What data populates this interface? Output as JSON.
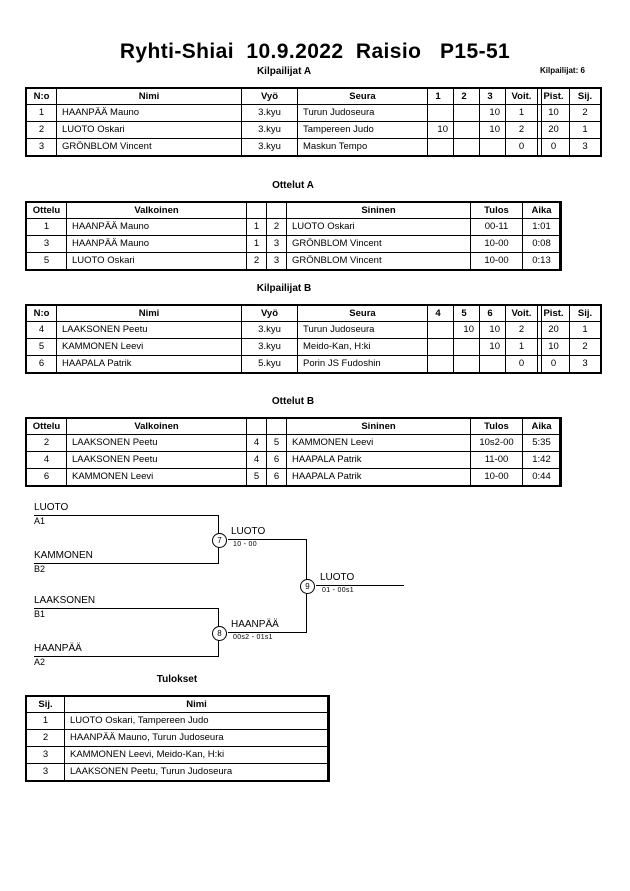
{
  "document": {
    "title": "Ryhti-Shiai  10.9.2022  Raisio   P15-51",
    "competitors_label": "Kilpailijat: 6"
  },
  "pool_a": {
    "caption": "Kilpailijat A",
    "headers": [
      "N:o",
      "Nimi",
      "Vyö",
      "Seura",
      "1",
      "2",
      "3",
      "Voit.",
      "Pist.",
      "Sij."
    ],
    "rows": [
      {
        "no": "1",
        "name": "HAANPÄÄ Mauno",
        "belt": "3.kyu",
        "club": "Turun Judoseura",
        "m1": "",
        "m2": "",
        "m3": "10",
        "wins": "1",
        "points": "10",
        "rank": "2"
      },
      {
        "no": "2",
        "name": "LUOTO Oskari",
        "belt": "3.kyu",
        "club": "Tampereen Judo",
        "m1": "10",
        "m2": "",
        "m3": "10",
        "wins": "2",
        "points": "20",
        "rank": "1"
      },
      {
        "no": "3",
        "name": "GRÖNBLOM Vincent",
        "belt": "3.kyu",
        "club": "Maskun Tempo",
        "m1": "",
        "m2": "",
        "m3": "",
        "wins": "0",
        "points": "0",
        "rank": "3"
      }
    ]
  },
  "matches_a": {
    "caption": "Ottelut A",
    "headers": [
      "Ottelu",
      "Valkoinen",
      "",
      "",
      "Sininen",
      "Tulos",
      "Aika"
    ],
    "rows": [
      {
        "match": "1",
        "white": "HAANPÄÄ Mauno",
        "wno": "1",
        "bno": "2",
        "blue": "LUOTO Oskari",
        "result": "00-11",
        "time": "1:01"
      },
      {
        "match": "3",
        "white": "HAANPÄÄ Mauno",
        "wno": "1",
        "bno": "3",
        "blue": "GRÖNBLOM Vincent",
        "result": "10-00",
        "time": "0:08"
      },
      {
        "match": "5",
        "white": "LUOTO Oskari",
        "wno": "2",
        "bno": "3",
        "blue": "GRÖNBLOM Vincent",
        "result": "10-00",
        "time": "0:13"
      }
    ]
  },
  "pool_b": {
    "caption": "Kilpailijat B",
    "headers": [
      "N:o",
      "Nimi",
      "Vyö",
      "Seura",
      "4",
      "5",
      "6",
      "Voit.",
      "Pist.",
      "Sij."
    ],
    "rows": [
      {
        "no": "4",
        "name": "LAAKSONEN Peetu",
        "belt": "3.kyu",
        "club": "Turun Judoseura",
        "m1": "",
        "m2": "10",
        "m3": "10",
        "wins": "2",
        "points": "20",
        "rank": "1"
      },
      {
        "no": "5",
        "name": "KAMMONEN Leevi",
        "belt": "3.kyu",
        "club": "Meido-Kan, H:ki",
        "m1": "",
        "m2": "",
        "m3": "10",
        "wins": "1",
        "points": "10",
        "rank": "2"
      },
      {
        "no": "6",
        "name": "HAAPALA Patrik",
        "belt": "5.kyu",
        "club": "Porin JS Fudoshin",
        "m1": "",
        "m2": "",
        "m3": "",
        "wins": "0",
        "points": "0",
        "rank": "3"
      }
    ]
  },
  "matches_b": {
    "caption": "Ottelut B",
    "headers": [
      "Ottelu",
      "Valkoinen",
      "",
      "",
      "Sininen",
      "Tulos",
      "Aika"
    ],
    "rows": [
      {
        "match": "2",
        "white": "LAAKSONEN Peetu",
        "wno": "4",
        "bno": "5",
        "blue": "KAMMONEN Leevi",
        "result": "10s2-00",
        "time": "5:35"
      },
      {
        "match": "4",
        "white": "LAAKSONEN Peetu",
        "wno": "4",
        "bno": "6",
        "blue": "HAAPALA Patrik",
        "result": "11-00",
        "time": "1:42"
      },
      {
        "match": "6",
        "white": "KAMMONEN Leevi",
        "wno": "5",
        "bno": "6",
        "blue": "HAAPALA Patrik",
        "result": "10-00",
        "time": "0:44"
      }
    ]
  },
  "bracket": {
    "entrants": [
      {
        "name": "LUOTO",
        "seed": "A1"
      },
      {
        "name": "KAMMONEN",
        "seed": "B2"
      },
      {
        "name": "LAAKSONEN",
        "seed": "B1"
      },
      {
        "name": "HAANPÄÄ",
        "seed": "A2"
      }
    ],
    "nodes": [
      {
        "num": "7",
        "winner": "LUOTO",
        "score": "10 - 00"
      },
      {
        "num": "8",
        "winner": "HAANPÄÄ",
        "score": "00s2 - 01s1"
      },
      {
        "num": "9",
        "winner": "LUOTO",
        "score": "01 - 00s1"
      }
    ]
  },
  "results": {
    "caption": "Tulokset",
    "headers": [
      "Sij.",
      "Nimi"
    ],
    "rows": [
      {
        "rank": "1",
        "name": "LUOTO Oskari, Tampereen Judo"
      },
      {
        "rank": "2",
        "name": "HAANPÄÄ Mauno, Turun Judoseura"
      },
      {
        "rank": "3",
        "name": "KAMMONEN Leevi, Meido-Kan, H:ki"
      },
      {
        "rank": "3",
        "name": "LAAKSONEN Peetu, Turun Judoseura"
      }
    ]
  }
}
